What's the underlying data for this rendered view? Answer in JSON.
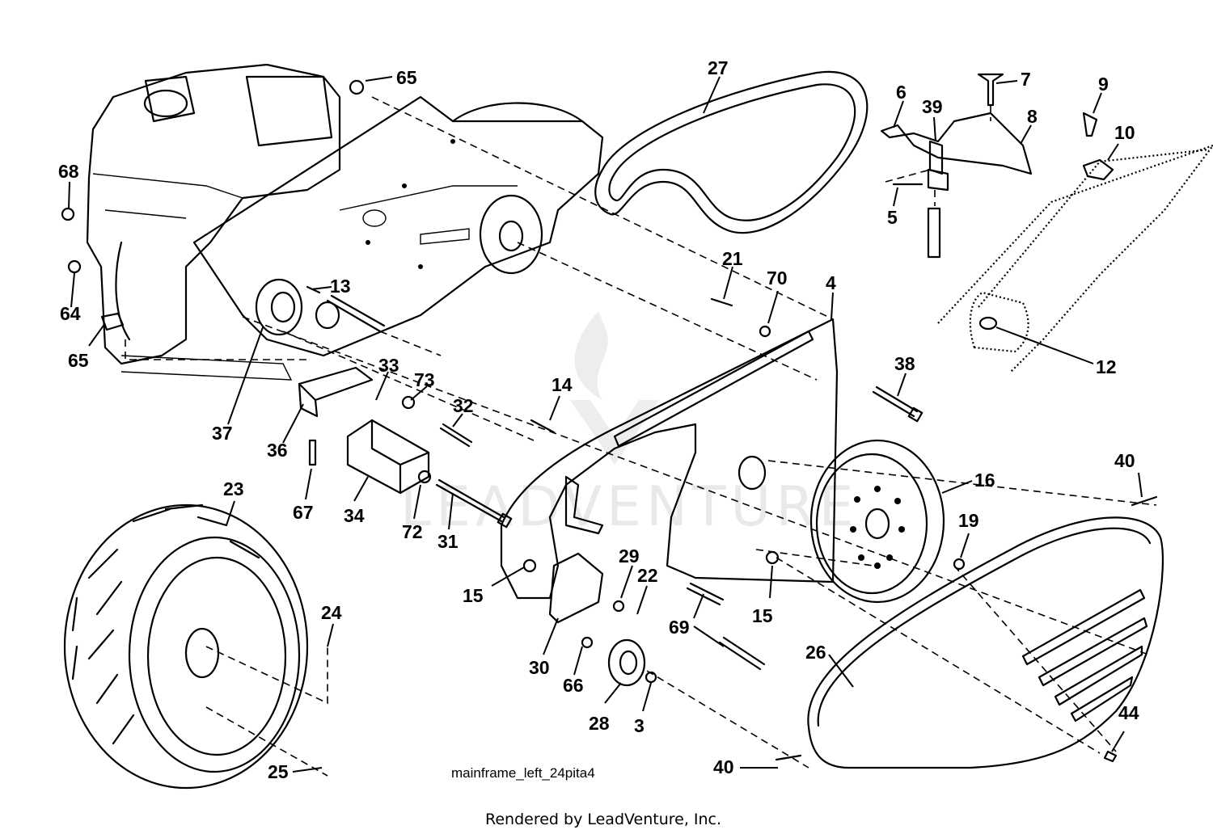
{
  "diagram": {
    "caption": "mainframe_left_24pita4",
    "footer": "Rendered by LeadVenture, Inc.",
    "watermark": "LEADVENTURE",
    "part_labels": [
      {
        "id": "p65a",
        "text": "65"
      },
      {
        "id": "p27",
        "text": "27"
      },
      {
        "id": "p7",
        "text": "7"
      },
      {
        "id": "p9",
        "text": "9"
      },
      {
        "id": "p6",
        "text": "6"
      },
      {
        "id": "p39",
        "text": "39"
      },
      {
        "id": "p8",
        "text": "8"
      },
      {
        "id": "p10",
        "text": "10"
      },
      {
        "id": "p68",
        "text": "68"
      },
      {
        "id": "p5",
        "text": "5"
      },
      {
        "id": "p21",
        "text": "21"
      },
      {
        "id": "p70",
        "text": "70"
      },
      {
        "id": "p4",
        "text": "4"
      },
      {
        "id": "p13",
        "text": "13"
      },
      {
        "id": "p64",
        "text": "64"
      },
      {
        "id": "p65b",
        "text": "65"
      },
      {
        "id": "p12",
        "text": "12"
      },
      {
        "id": "p33",
        "text": "33"
      },
      {
        "id": "p73",
        "text": "73"
      },
      {
        "id": "p38",
        "text": "38"
      },
      {
        "id": "p14",
        "text": "14"
      },
      {
        "id": "p32",
        "text": "32"
      },
      {
        "id": "p37",
        "text": "37"
      },
      {
        "id": "p36",
        "text": "36"
      },
      {
        "id": "p40a",
        "text": "40"
      },
      {
        "id": "p16",
        "text": "16"
      },
      {
        "id": "p23",
        "text": "23"
      },
      {
        "id": "p67",
        "text": "67"
      },
      {
        "id": "p34",
        "text": "34"
      },
      {
        "id": "p72",
        "text": "72"
      },
      {
        "id": "p31",
        "text": "31"
      },
      {
        "id": "p19",
        "text": "19"
      },
      {
        "id": "p29",
        "text": "29"
      },
      {
        "id": "p22",
        "text": "22"
      },
      {
        "id": "p15a",
        "text": "15"
      },
      {
        "id": "p15b",
        "text": "15"
      },
      {
        "id": "p24",
        "text": "24"
      },
      {
        "id": "p69",
        "text": "69"
      },
      {
        "id": "p26",
        "text": "26"
      },
      {
        "id": "p30",
        "text": "30"
      },
      {
        "id": "p66",
        "text": "66"
      },
      {
        "id": "p28",
        "text": "28"
      },
      {
        "id": "p3",
        "text": "3"
      },
      {
        "id": "p44",
        "text": "44"
      },
      {
        "id": "p25",
        "text": "25"
      },
      {
        "id": "p40b",
        "text": "40"
      }
    ]
  }
}
